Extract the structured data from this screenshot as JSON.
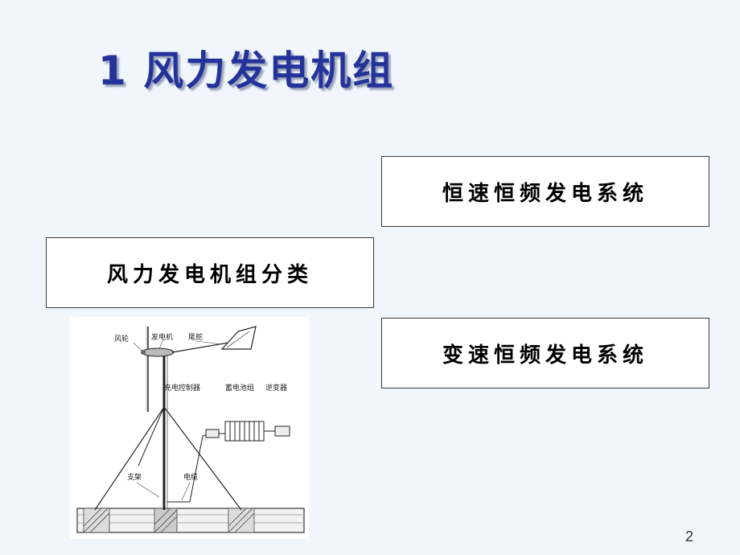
{
  "slide": {
    "title": "1 风力发电机组",
    "classification_box": "风力发电机组分类",
    "constant_speed_box": "恒速恒频发电系统",
    "variable_speed_box": "变速恒频发电系统",
    "page_number": "2"
  },
  "diagram": {
    "labels": {
      "rotor": "风轮",
      "generator": "发电机",
      "tail_vane": "尾舵",
      "charge_controller": "充电控制器",
      "battery_pack": "蓄电池组",
      "inverter": "逆变器",
      "support_frame": "支架",
      "cable": "电缆"
    }
  },
  "colors": {
    "background": "#f0f6fc",
    "title": "#24339a",
    "box_border": "#3a3a3a"
  }
}
